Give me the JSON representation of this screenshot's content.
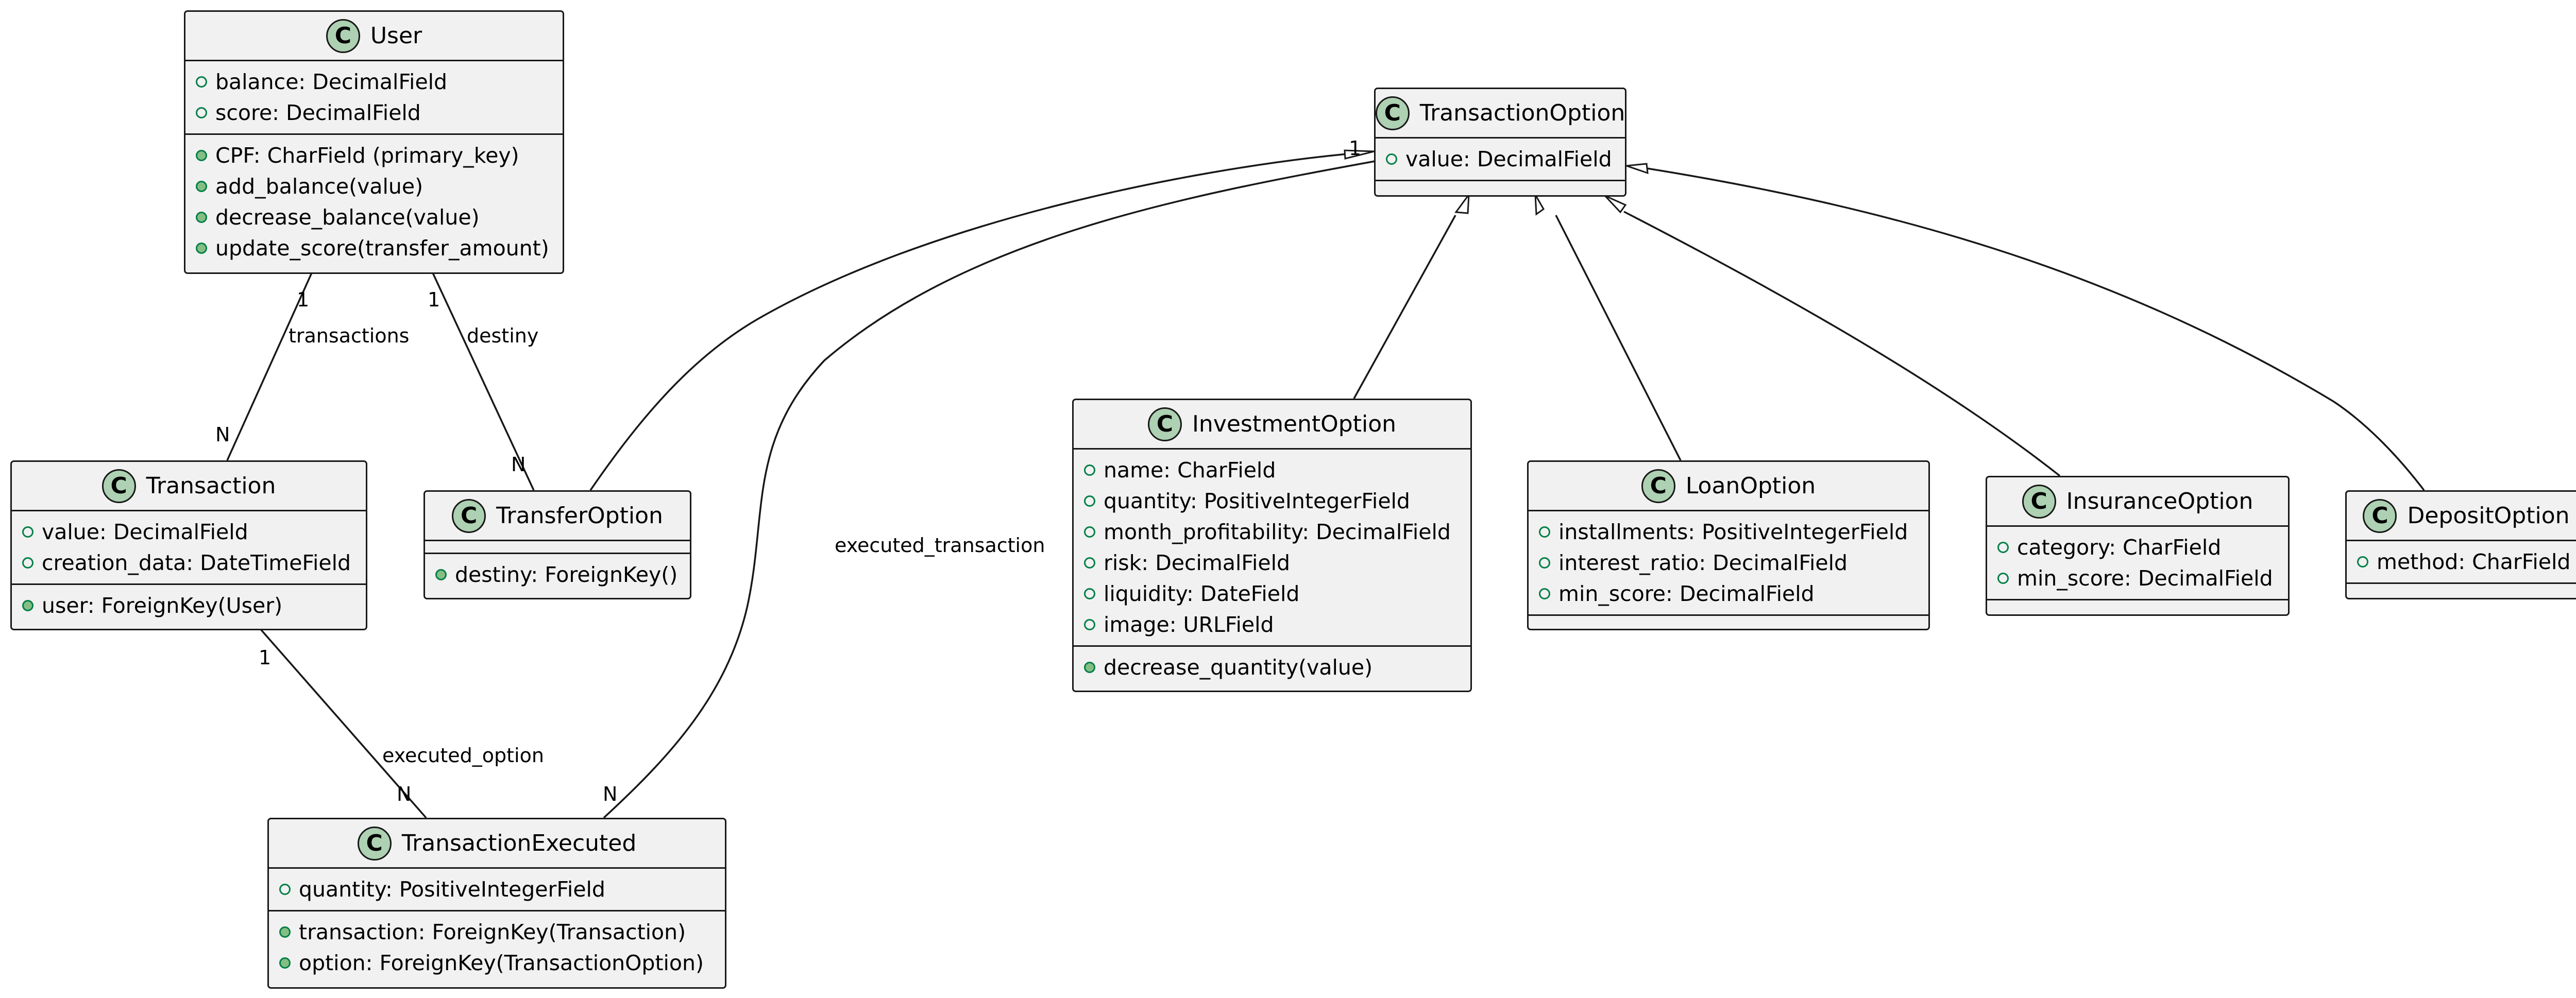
{
  "classes": {
    "user": {
      "name": "User",
      "fields": [
        "balance: DecimalField",
        "score: DecimalField"
      ],
      "methods": [
        "CPF: CharField (primary_key)",
        "add_balance(value)",
        "decrease_balance(value)",
        "update_score(transfer_amount)"
      ]
    },
    "transaction": {
      "name": "Transaction",
      "fields": [
        "value: DecimalField",
        "creation_data: DateTimeField"
      ],
      "methods": [
        "user: ForeignKey(User)"
      ]
    },
    "transfer_option": {
      "name": "TransferOption",
      "fields": [],
      "methods": [
        "destiny: ForeignKey()"
      ]
    },
    "transaction_executed": {
      "name": "TransactionExecuted",
      "fields": [
        "quantity: PositiveIntegerField"
      ],
      "methods": [
        "transaction: ForeignKey(Transaction)",
        "option: ForeignKey(TransactionOption)"
      ]
    },
    "transaction_option": {
      "name": "TransactionOption",
      "fields": [
        "value: DecimalField"
      ],
      "methods": []
    },
    "investment_option": {
      "name": "InvestmentOption",
      "fields": [
        "name: CharField",
        "quantity: PositiveIntegerField",
        "month_profitability: DecimalField",
        "risk: DecimalField",
        "liquidity: DateField",
        "image: URLField"
      ],
      "methods": [
        "decrease_quantity(value)"
      ]
    },
    "loan_option": {
      "name": "LoanOption",
      "fields": [
        "installments: PositiveIntegerField",
        "interest_ratio: DecimalField",
        "min_score: DecimalField"
      ],
      "methods": []
    },
    "insurance_option": {
      "name": "InsuranceOption",
      "fields": [
        "category: CharField",
        "min_score: DecimalField"
      ],
      "methods": []
    },
    "deposit_option": {
      "name": "DepositOption",
      "fields": [
        "method: CharField"
      ],
      "methods": []
    }
  },
  "class_badge_letter": "C",
  "edge_labels": {
    "transactions": "transactions",
    "destiny": "destiny",
    "executed_option": "executed_option",
    "executed_transaction": "executed_transaction"
  },
  "multiplicities": {
    "user_transactions": "1",
    "transaction_n": "N",
    "user_destiny": "1",
    "transfer_n": "N",
    "transaction_executed_1": "1",
    "executed_option_n": "N",
    "executed_transaction_n": "N",
    "option_1": "1"
  },
  "colors": {
    "box_fill": "#f1f1f1",
    "border": "#181818",
    "badge_fill": "#add1b2",
    "method_marker": "#84be84",
    "marker_stroke": "#038048"
  }
}
